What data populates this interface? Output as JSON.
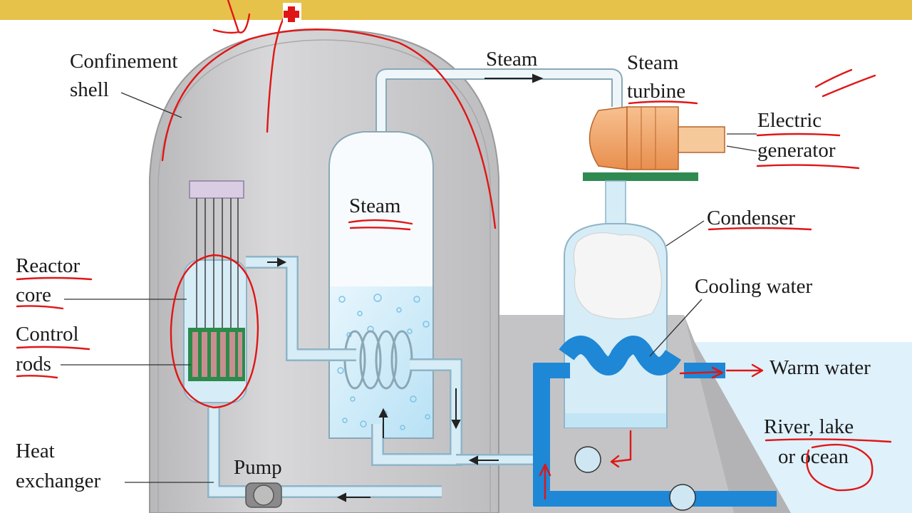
{
  "labels": {
    "confinement_shell_1": "Confinement",
    "confinement_shell_2": "shell",
    "steam_top": "Steam",
    "steam_turbine_1": "Steam",
    "steam_turbine_2": "turbine",
    "electric_generator_1": "Electric",
    "electric_generator_2": "generator",
    "steam_inner": "Steam",
    "condenser": "Condenser",
    "reactor_core_1": "Reactor",
    "reactor_core_2": "core",
    "cooling_water": "Cooling water",
    "control_rods_1": "Control",
    "control_rods_2": "rods",
    "warm_water": "Warm water",
    "river_1": "River, lake",
    "river_2": "or ocean",
    "heat_exchanger_1": "Heat",
    "heat_exchanger_2": "exchanger",
    "pump": "Pump"
  },
  "colors": {
    "top_bar": "#e6c24a",
    "dome": "#c9c9cb",
    "loop_pipe": "#cfe7f3",
    "cooling_pipe": "#1e87d6",
    "turbine": "#f3a86a",
    "annotation_ink": "#e01616"
  }
}
